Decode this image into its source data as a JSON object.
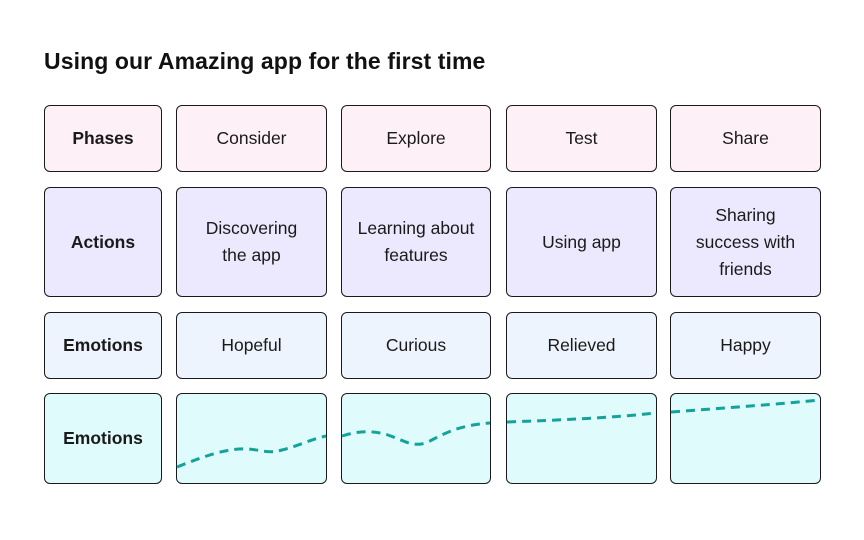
{
  "title": "Using our Amazing app for the first time",
  "rows": [
    {
      "header": "Phases",
      "cells": [
        "Consider",
        "Explore",
        "Test",
        "Share"
      ],
      "color": "#fdf0f7"
    },
    {
      "header": "Actions",
      "cells": [
        "Discovering the app",
        "Learning about features",
        "Using app",
        "Sharing success with friends"
      ],
      "color": "#ece8fd"
    },
    {
      "header": "Emotions",
      "cells": [
        "Hopeful",
        "Curious",
        "Relieved",
        "Happy"
      ],
      "color": "#eef4fd"
    },
    {
      "header": "Emotions",
      "cells": [
        "",
        "",
        "",
        ""
      ],
      "color": "#e0fbfc"
    }
  ],
  "emotion_curve": {
    "style": "dashed",
    "color": "#14a39a"
  }
}
